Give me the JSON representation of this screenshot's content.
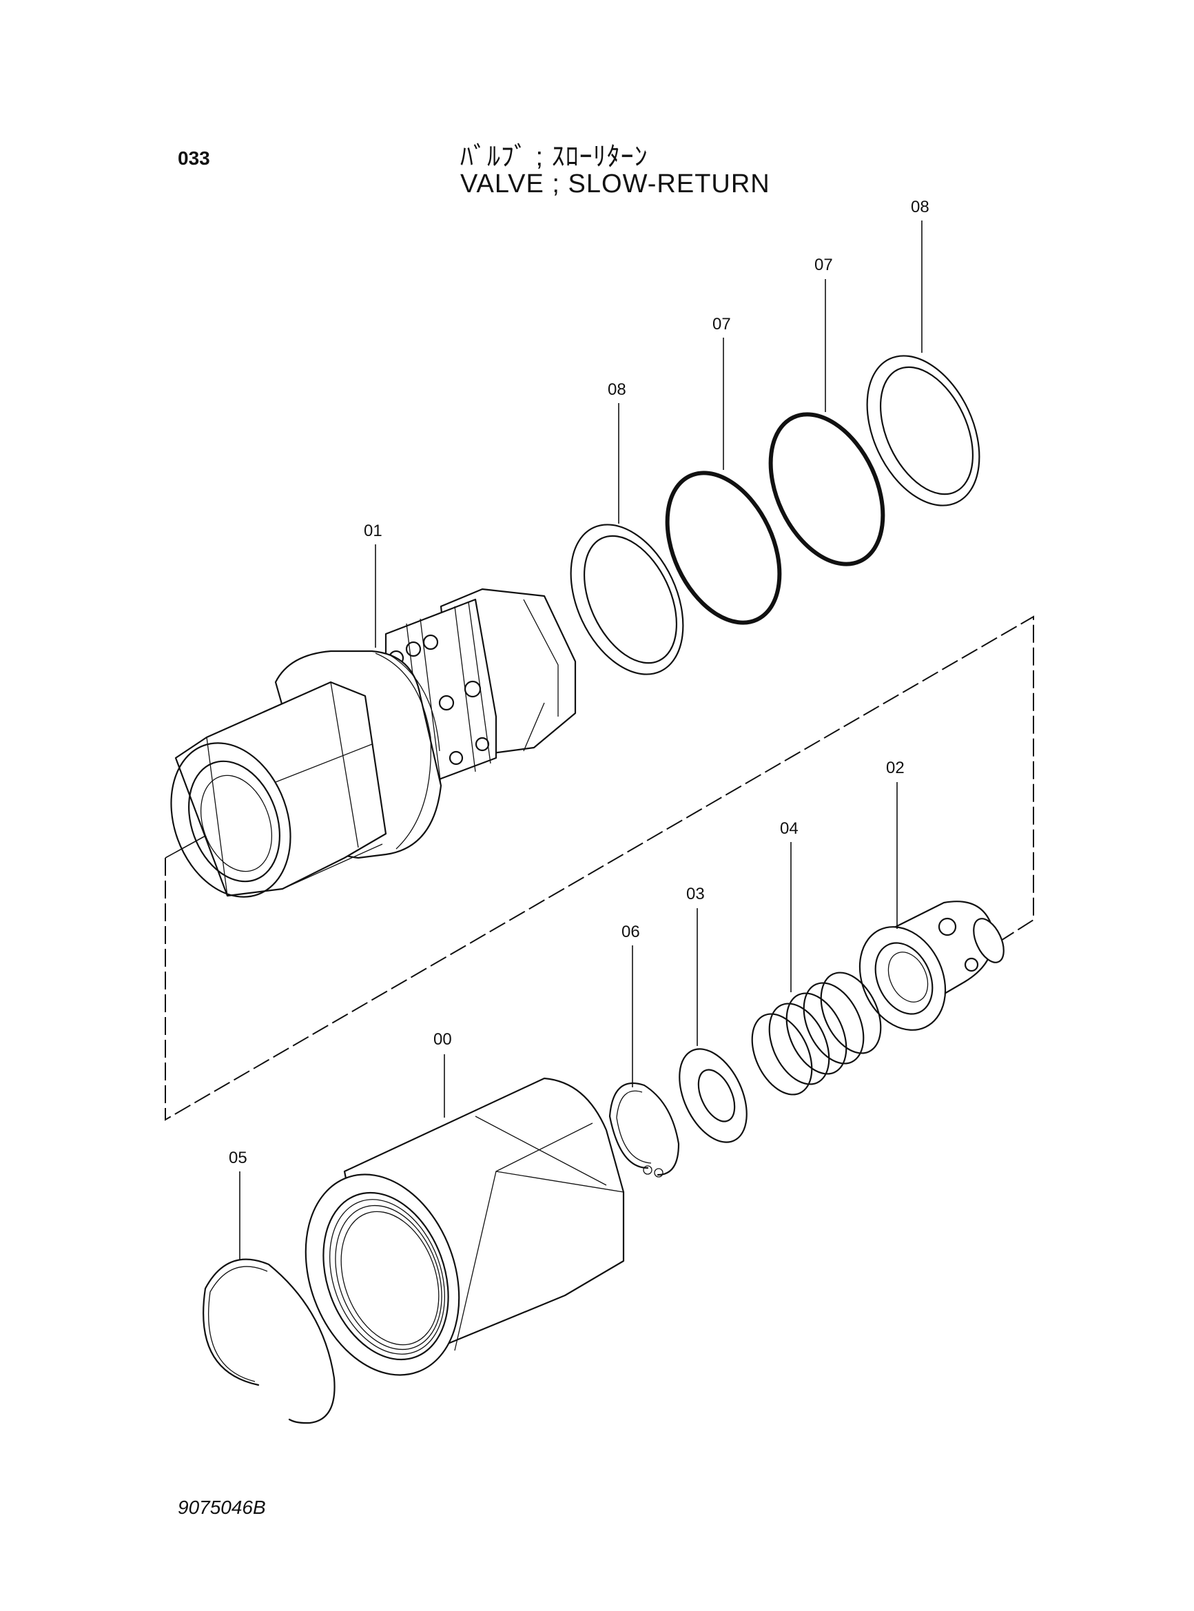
{
  "header": {
    "page_number": "033",
    "title_jp": "ﾊﾞﾙﾌﾞ ; ｽﾛｰﾘﾀｰﾝ",
    "title_en": "VALVE ; SLOW-RETURN"
  },
  "footer": {
    "drawing_number": "9075046B"
  },
  "callouts": {
    "p00": "00",
    "p01": "01",
    "p02": "02",
    "p03": "03",
    "p04": "04",
    "p05": "05",
    "p06": "06",
    "p07a": "07",
    "p07b": "07",
    "p08a": "08",
    "p08b": "08"
  }
}
